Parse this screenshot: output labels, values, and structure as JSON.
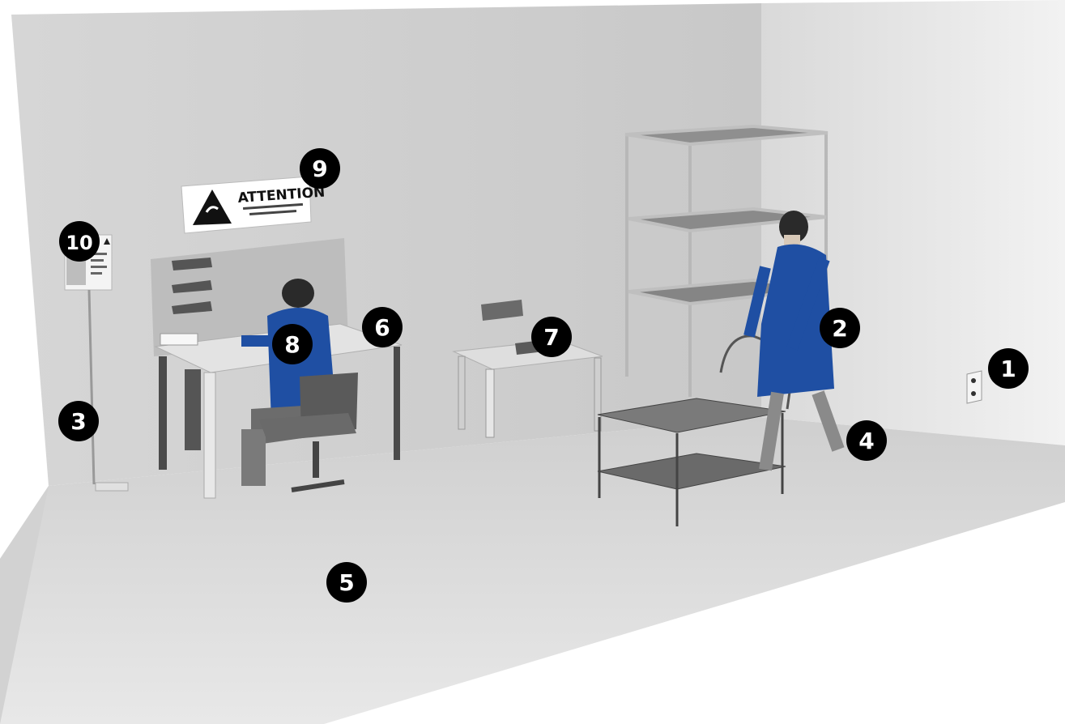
{
  "sign": {
    "title": "ATTENTION"
  },
  "markers": [
    {
      "id": "1",
      "label": "1",
      "meaning": "wall socket"
    },
    {
      "id": "2",
      "label": "2",
      "meaning": "person in blue coat"
    },
    {
      "id": "3",
      "label": "3",
      "meaning": "floor stand cable"
    },
    {
      "id": "4",
      "label": "4",
      "meaning": "footwear"
    },
    {
      "id": "5",
      "label": "5",
      "meaning": "floor"
    },
    {
      "id": "6",
      "label": "6",
      "meaning": "workbench"
    },
    {
      "id": "7",
      "label": "7",
      "meaning": "side table"
    },
    {
      "id": "8",
      "label": "8",
      "meaning": "seated worker"
    },
    {
      "id": "9",
      "label": "9",
      "meaning": "attention sign"
    },
    {
      "id": "10",
      "label": "10",
      "meaning": "info board"
    }
  ],
  "colors": {
    "marker_fill": "#000000",
    "marker_text": "#ffffff",
    "coat_blue": "#1f4fa3",
    "wall_light": "#e6e6e6",
    "floor": "#dcdcdc"
  }
}
